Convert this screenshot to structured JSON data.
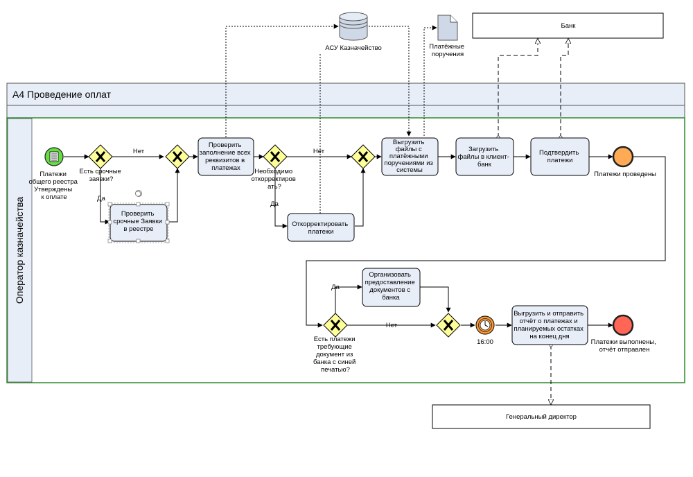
{
  "pool": {
    "title": "А4 Проведение оплат"
  },
  "lane": {
    "title": "Оператор казначейства"
  },
  "external": {
    "bank": "Банк",
    "director": "Генеральный директор",
    "asu": "АСУ Казначейство",
    "doc_lines": [
      "Платёжные",
      "поручения"
    ]
  },
  "events": {
    "start_lines": [
      "Платежи",
      "общего реестра",
      "Утверждены",
      "к оплате"
    ],
    "end_mid": "Платежи проведены",
    "timer": "16:00",
    "end_final_lines": [
      "Платежи выполнены,",
      "отчёт отправлен"
    ]
  },
  "gateways": {
    "g1_lines": [
      "Есть срочные",
      "заявки?"
    ],
    "g3_lines": [
      "Необходимо",
      "откорректиров",
      "ать?"
    ],
    "g5_lines": [
      "Есть платежи",
      "требующие",
      "документ из",
      "банка с синей",
      "печатью?"
    ]
  },
  "tasks": {
    "t_urgent": [
      "Проверить",
      "срочные Заявки",
      "в реестре"
    ],
    "t_check": [
      "Проверить",
      "заполнение всех",
      "реквизитов в",
      "платежах"
    ],
    "t_fix": [
      "Откорректировать",
      "платежи"
    ],
    "t_export": [
      "Выгрузить",
      "файлы с",
      "платёжными",
      "поручениями из",
      "системы"
    ],
    "t_load": [
      "Загрузить",
      "файлы в клиент-",
      "банк"
    ],
    "t_confirm": [
      "Подтвердить",
      "платежи"
    ],
    "t_org": [
      "Организовать",
      "предоставление",
      "документов с",
      "банка"
    ],
    "t_report": [
      "Выгрузить и отправить",
      "отчёт о платежах и",
      "планируемых остатках",
      "на конец дня"
    ]
  },
  "flows": {
    "yes": "Да",
    "no": "Нет"
  },
  "colors": {
    "pool_header": "#e8eef8",
    "lane_border": "#2e8b2e",
    "task_fill": "#e8eef8",
    "gateway_fill": "#ffff99",
    "start_fill": "#66dd44",
    "end_mid_fill": "#ffaa55",
    "end_final_fill": "#ff6655",
    "timer_fill": "#ff9933"
  }
}
